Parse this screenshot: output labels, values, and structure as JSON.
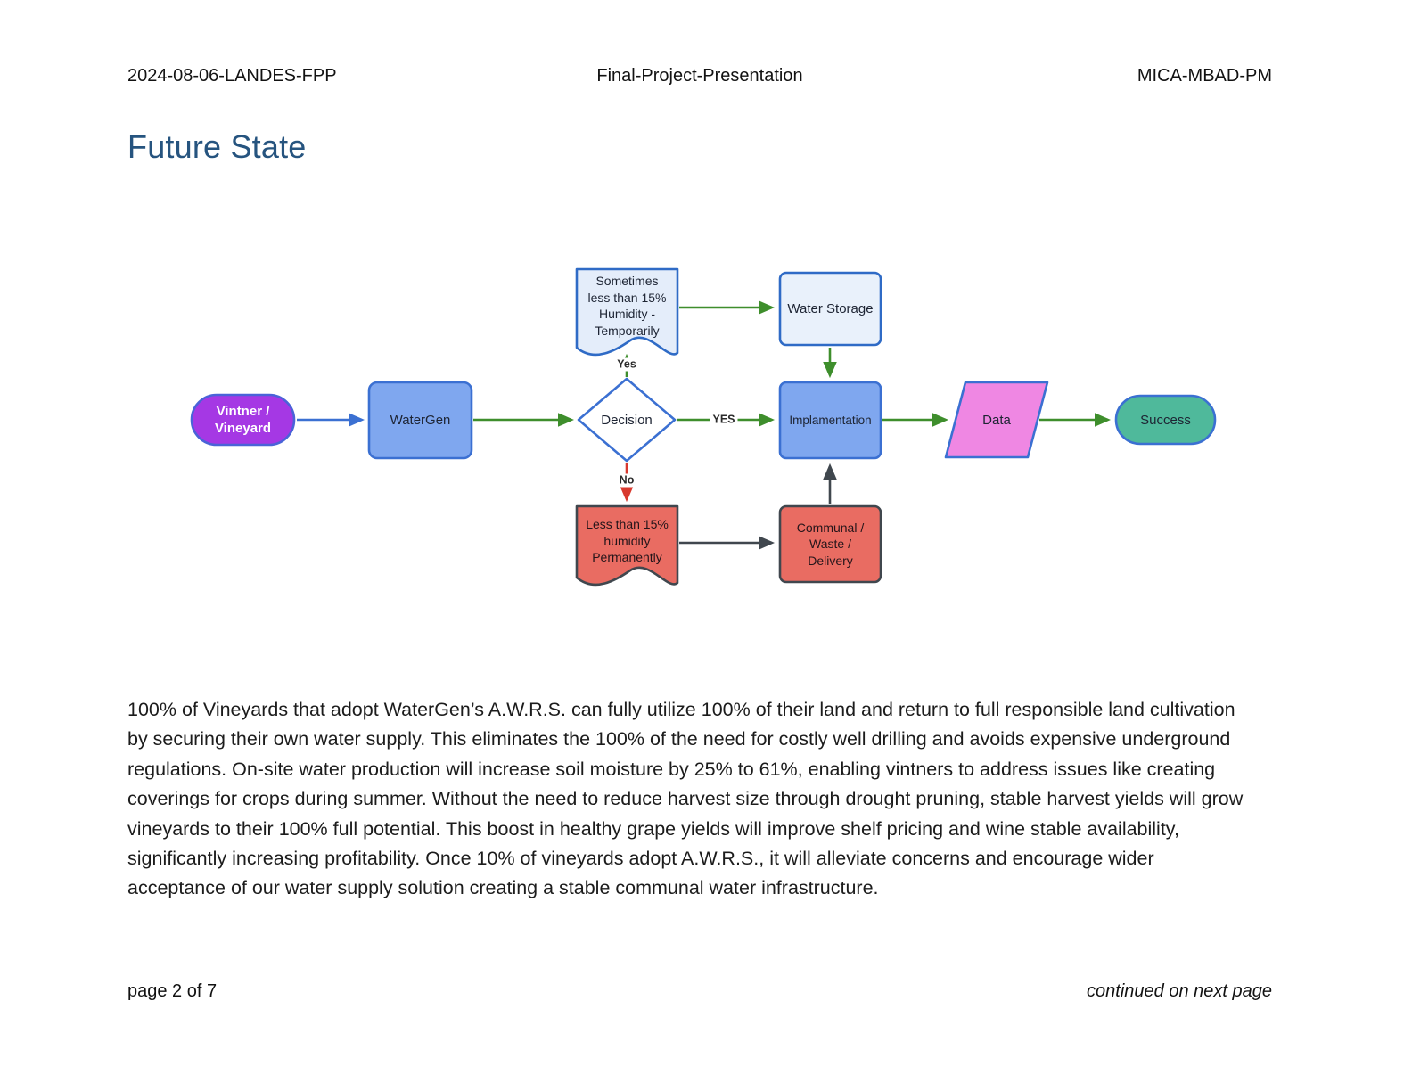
{
  "header": {
    "left": "2024-08-06-LANDES-FPP",
    "center": "Final-Project-Presentation",
    "right": "MICA-MBAD-PM"
  },
  "section_title": "Future State",
  "flowchart": {
    "nodes": {
      "vintner": {
        "label": "Vintner /\nVineyard",
        "fill": "#A538E4",
        "stroke": "#4A63D8",
        "shape": "stadium"
      },
      "watergen": {
        "label": "WaterGen",
        "fill": "#7FA7EF",
        "stroke": "#3B70D2",
        "shape": "rect"
      },
      "decision": {
        "label": "Decision",
        "fill": "#FFFFFF",
        "stroke": "#3B70D2",
        "shape": "diamond"
      },
      "sometimes_doc": {
        "label": "Sometimes\nless than 15%\nHumidity -\nTemporarily",
        "fill": "#E4EDFA",
        "stroke": "#2F6BC6",
        "shape": "document"
      },
      "water_storage": {
        "label": "Water Storage",
        "fill": "#E9F1FB",
        "stroke": "#2F6BC6",
        "shape": "rect"
      },
      "implamentation": {
        "label": "Implamentation",
        "fill": "#7FA7EF",
        "stroke": "#3B70D2",
        "shape": "rect"
      },
      "data": {
        "label": "Data",
        "fill": "#EF87E3",
        "stroke": "#3B70D2",
        "shape": "parallelogram"
      },
      "success": {
        "label": "Success",
        "fill": "#4FB99B",
        "stroke": "#3B70D2",
        "shape": "stadium"
      },
      "less_than_doc": {
        "label": "Less than 15%\nhumidity\nPermanently",
        "fill": "#E96C62",
        "stroke": "#40474E",
        "shape": "document"
      },
      "communal": {
        "label": "Communal /\nWaste /\nDelivery",
        "fill": "#E96C62",
        "stroke": "#40474E",
        "shape": "rect"
      }
    },
    "edge_labels": {
      "yes": "Yes",
      "yes_caps": "YES",
      "no": "No"
    },
    "colors": {
      "edge_green": "#3E8E2C",
      "edge_blue": "#3B70D2",
      "edge_red": "#D8392E",
      "edge_dark": "#40474E",
      "title_blue": "#26547F"
    }
  },
  "body_paragraph": "100% of Vineyards that adopt WaterGen’s A.W.R.S. can fully utilize 100% of their land and return to full responsible land cultivation by securing their own water supply. This eliminates the 100% of the need for costly well drilling and avoids expensive underground regulations. On-site water production will increase soil moisture by 25% to 61%, enabling vintners to address issues like creating coverings for crops during summer. Without the need to reduce harvest size through drought pruning, stable harvest yields will grow vineyards to their 100% full potential. This boost in healthy grape yields will improve shelf pricing and wine stable availability, significantly increasing profitability. Once 10% of vineyards adopt A.W.R.S., it will alleviate concerns and encourage wider acceptance of our water supply solution creating a stable communal water infrastructure.",
  "footer": {
    "left": "page 2 of 7",
    "right": "continued on next page"
  }
}
